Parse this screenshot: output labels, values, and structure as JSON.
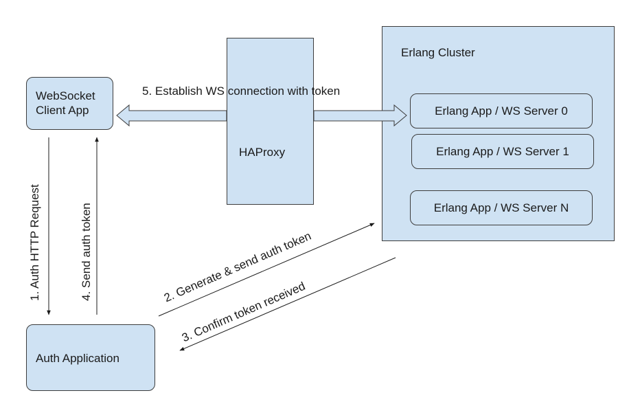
{
  "nodes": {
    "websocket_client": "WebSocket\nClient App",
    "auth_application": "Auth Application",
    "haproxy": "HAProxy",
    "cluster_title": "Erlang Cluster",
    "servers": [
      "Erlang App / WS Server 0",
      "Erlang App / WS Server 1",
      "Erlang App / WS Server N"
    ]
  },
  "edges": {
    "step1": "1. Auth HTTP Request",
    "step2": "2. Generate & send auth token",
    "step3": "3. Confirm token received",
    "step4": "4. Send auth token",
    "step5": "5. Establish WS connection with token"
  },
  "colors": {
    "box_fill": "#cfe2f3",
    "stroke": "#3c3c3c",
    "text": "#1a1a1a"
  }
}
